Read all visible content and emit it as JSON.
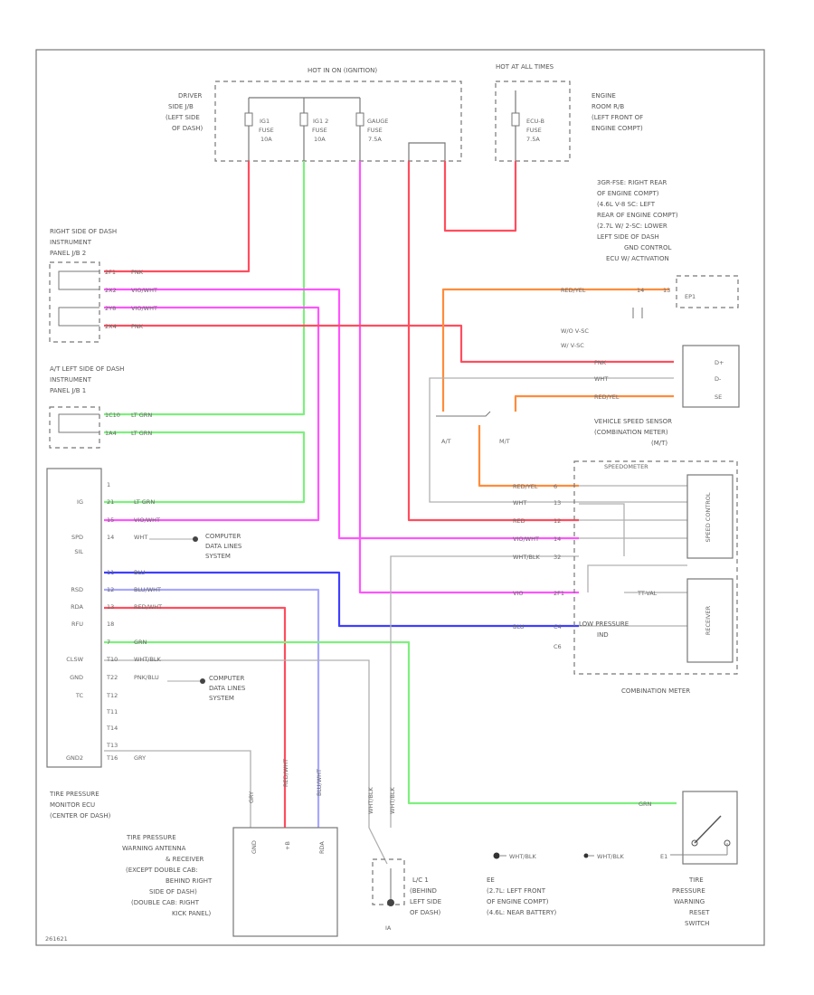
{
  "colors": {
    "red": "#ff4d5e",
    "green": "#7df07d",
    "violet": "#ff55ff",
    "orange": "#ff8c3a",
    "blue": "#3f3fff",
    "lightblue": "#a7a7ff",
    "gray": "#b0b0b0",
    "frame": "#777777"
  },
  "fuse_box": {
    "title": "HOT IN ON (IGNITION)",
    "location": [
      "DRIVER",
      "SIDE J/B",
      "(LEFT SIDE",
      "OF DASH)"
    ],
    "fuses": [
      {
        "name": "IG1",
        "label": "FUSE",
        "rating": "10A"
      },
      {
        "name": "IG1 2",
        "label": "FUSE",
        "rating": "10A"
      },
      {
        "name": "GAUGE",
        "label": "FUSE",
        "rating": "7.5A"
      }
    ]
  },
  "engine_box": {
    "title": "HOT AT ALL TIMES",
    "location": [
      "ENGINE",
      "ROOM R/B",
      "(LEFT FRONT OF",
      "ENGINE COMPT)"
    ],
    "fuse": {
      "name": "ECU-B",
      "label": "FUSE",
      "rating": "7.5A"
    }
  },
  "ip2": {
    "label": [
      "RIGHT SIDE OF DASH",
      "INSTRUMENT",
      "PANEL J/B 2"
    ],
    "pins": [
      {
        "pin": "2F1",
        "wire": "PNK"
      },
      {
        "pin": "2X2",
        "wire": "VIO/WHT"
      },
      {
        "pin": "2Y8",
        "wire": "VIO/WHT"
      },
      {
        "pin": "2X4",
        "wire": "PNK"
      }
    ]
  },
  "ip1": {
    "label": [
      "A/T LEFT SIDE OF DASH",
      "INSTRUMENT",
      "PANEL J/B 1"
    ],
    "pins": [
      {
        "pin": "1C10",
        "wire": "LT GRN"
      },
      {
        "pin": "1A4",
        "wire": "LT GRN"
      }
    ]
  },
  "ecu": {
    "name": [
      "TIRE PRESSURE",
      "MONITOR ECU",
      "(CENTER OF DASH)"
    ],
    "pins": [
      {
        "no": "1",
        "name": "",
        "wire": ""
      },
      {
        "no": "21",
        "name": "IG",
        "wire": "LT GRN"
      },
      {
        "no": "15",
        "name": "",
        "wire": "VIO/WHT"
      },
      {
        "no": "14",
        "name": "SPD",
        "wire": "WHT"
      },
      {
        "no": "",
        "name": "SIL",
        "wire": ""
      },
      {
        "no": "11",
        "name": "",
        "wire": "BLU"
      },
      {
        "no": "12",
        "name": "RSD",
        "wire": "BLU/WHT"
      },
      {
        "no": "13",
        "name": "RDA",
        "wire": "RED/WHT"
      },
      {
        "no": "18",
        "name": "RFU",
        "wire": ""
      },
      {
        "no": "7",
        "name": "",
        "wire": "GRN"
      },
      {
        "no": "T10",
        "name": "CLSW",
        "wire": "WHT/BLK"
      },
      {
        "no": "T22",
        "name": "GND",
        "wire": "PNK/BLU"
      },
      {
        "no": "T12",
        "name": "TC",
        "wire": ""
      },
      {
        "no": "T11",
        "name": "",
        "wire": ""
      },
      {
        "no": "T14",
        "name": "",
        "wire": ""
      },
      {
        "no": "T13",
        "name": "",
        "wire": ""
      },
      {
        "no": "T16",
        "name": "GND2",
        "wire": "GRY"
      }
    ]
  },
  "computer_data_1": [
    "COMPUTER",
    "DATA LINES",
    "SYSTEM"
  ],
  "computer_data_2": [
    "COMPUTER",
    "DATA LINES",
    "SYSTEM"
  ],
  "vss_notes": [
    "3GR-FSE: RIGHT REAR",
    "OF ENGINE COMPT)",
    "(4.6L V-8 SC: LEFT",
    "REAR OF ENGINE COMPT)",
    "(2.7L W/ 2-SC: LOWER",
    "LEFT SIDE OF DASH",
    "GND CONTROL",
    "ECU W/ ACTIVATION"
  ],
  "top_conn": {
    "wire": "RED/YEL",
    "pins": [
      "14",
      "13"
    ],
    "name": "EP1"
  },
  "ivc_label": [
    "W/O V-SC",
    "W/ V-SC"
  ],
  "sensor": {
    "pins": [
      {
        "wire": "PNK",
        "pin": "D+"
      },
      {
        "wire": "WHT",
        "pin": "D-"
      },
      {
        "wire": "RED/YEL",
        "pin": "SE"
      }
    ],
    "at": "A/T",
    "mt": "M/T"
  },
  "vss_label": [
    "VEHICLE SPEED SENSOR",
    "(COMBINATION METER)",
    "(M/T)"
  ],
  "meter": {
    "title": "SPEEDOMETER",
    "pins": [
      {
        "wire": "RED/YEL",
        "pin": "6"
      },
      {
        "wire": "WHT",
        "pin": "13"
      },
      {
        "wire": "RED",
        "pin": "12"
      },
      {
        "wire": "VIO/WHT",
        "pin": "14"
      },
      {
        "wire": "WHT/BLK",
        "pin": "32"
      },
      {
        "wire": "VIO",
        "pin": "2F1"
      },
      {
        "wire": "BLU",
        "pin": "C4"
      },
      {
        "wire": "",
        "pin": "C6"
      }
    ],
    "speed_ctrl": "SPEED CONTROL",
    "receiver": "RECEIVER",
    "low_pressure": [
      "LOW PRESSURE",
      "IND"
    ],
    "name": "COMBINATION METER",
    "tt_label": "TT-VAL"
  },
  "antenna": {
    "pins": [
      "GND",
      "+B",
      "RDA"
    ],
    "wires": [
      "GRY",
      "RED/WHT",
      "BLU/WHT"
    ],
    "name": [
      "TIRE PRESSURE",
      "WARNING ANTENNA",
      "& RECEIVER",
      "(EXCEPT DOUBLE CAB:",
      "BEHIND RIGHT",
      "SIDE OF DASH)",
      "(DOUBLE CAB: RIGHT",
      "KICK PANEL)"
    ]
  },
  "lg1": {
    "wires": [
      "WHT/BLK",
      "WHT/BLK"
    ],
    "name": [
      "L/C 1",
      "(BEHIND",
      "LEFT SIDE",
      "OF DASH)"
    ],
    "ground": "IA"
  },
  "ground_ee": {
    "legend": [
      "WHT/BLK",
      "WHT/BLK"
    ],
    "pin": "E1",
    "name": [
      "EE",
      "(2.7L: LEFT FRONT",
      "OF ENGINE COMPT)",
      "(4.6L: NEAR BATTERY)"
    ]
  },
  "reset_switch": {
    "wire": "GRN",
    "name": [
      "TIRE",
      "PRESSURE",
      "WARNING",
      "RESET",
      "SWITCH"
    ]
  },
  "footer": "261621"
}
